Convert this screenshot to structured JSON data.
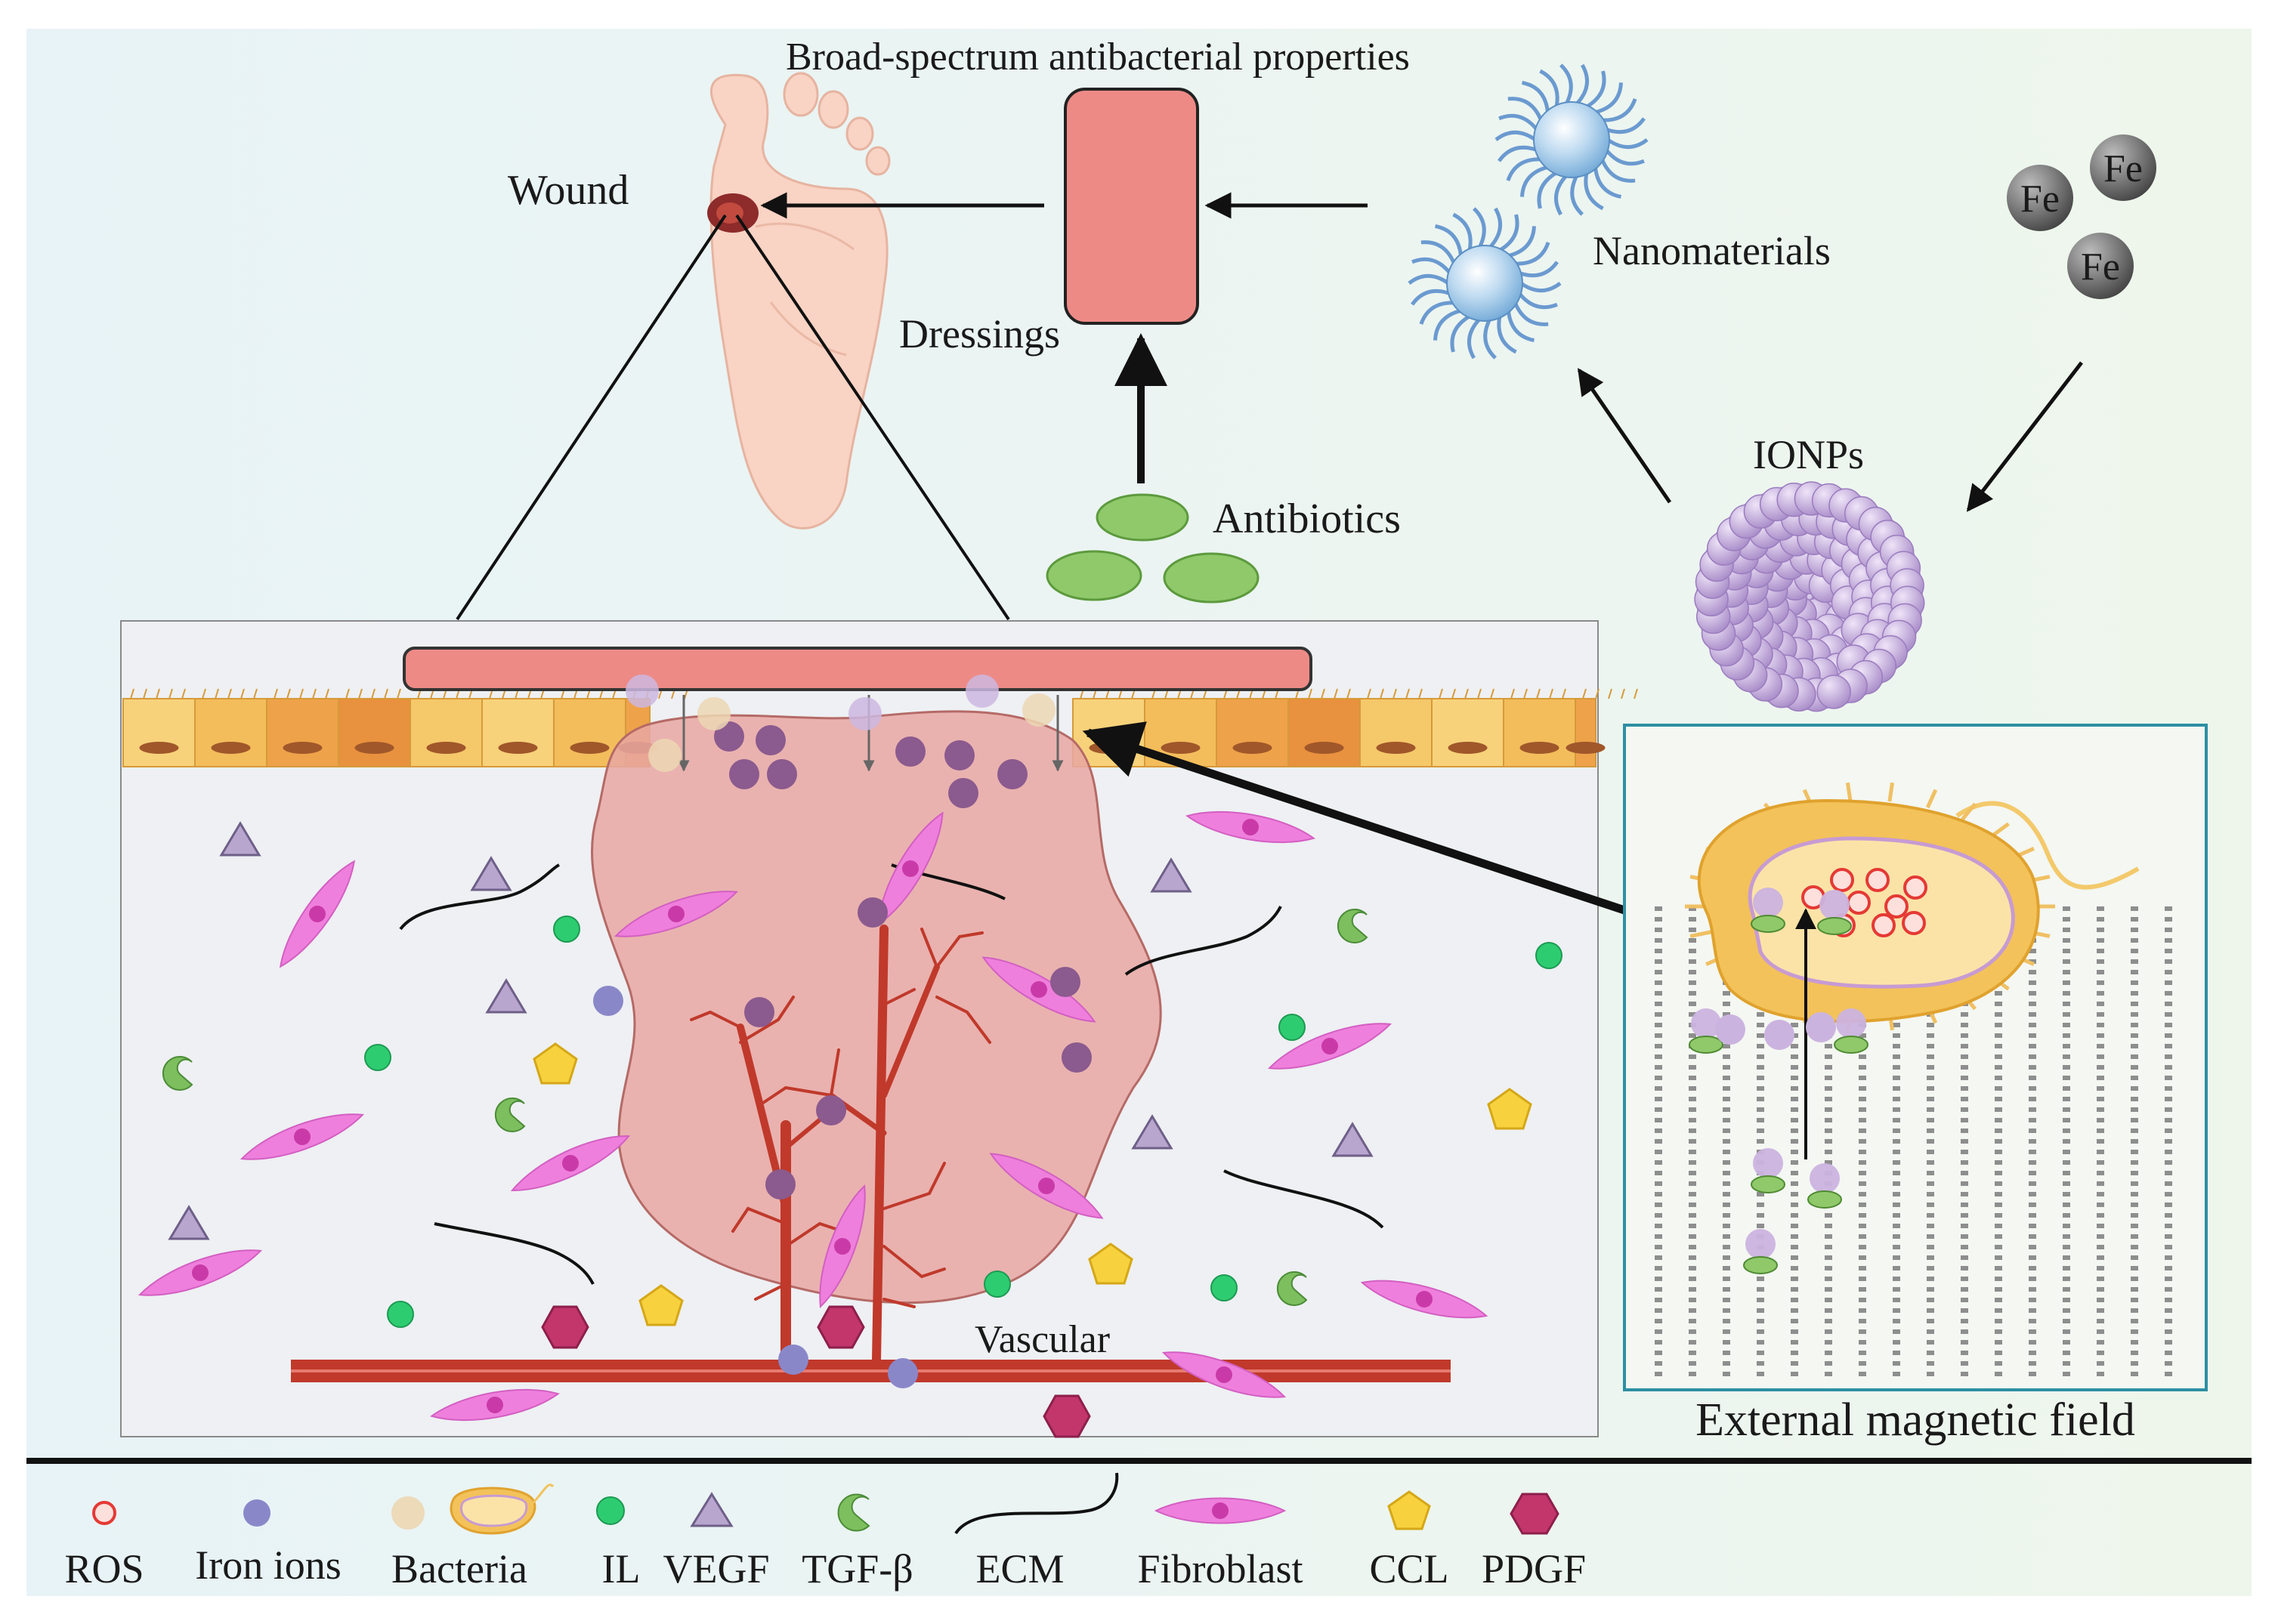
{
  "labels": {
    "antibacterial": "Broad-spectrum antibacterial properties",
    "wound": "Wound",
    "dressings": "Dressings",
    "nanomaterials": "Nanomaterials",
    "ionps": "IONPs",
    "antibiotics": "Antibiotics",
    "vascular": "Vascular",
    "magnetic_field": "External magnetic field",
    "fe": [
      "Fe",
      "Fe",
      "Fe"
    ]
  },
  "legend": [
    {
      "label": "ROS",
      "icon": "ros-icon"
    },
    {
      "label": "Iron ions",
      "icon": "iron-ion-icon"
    },
    {
      "label": "Bacteria",
      "icon": "bacteria-icon"
    },
    {
      "label": "IL",
      "icon": "il-icon"
    },
    {
      "label": "VEGF",
      "icon": "vegf-triangle-icon"
    },
    {
      "label": "TGF-β",
      "icon": "tgf-beta-icon"
    },
    {
      "label": "ECM",
      "icon": "ecm-fiber-icon"
    },
    {
      "label": "Fibroblast",
      "icon": "fibroblast-icon"
    },
    {
      "label": "CCL",
      "icon": "ccl-pentagon-icon"
    },
    {
      "label": "PDGF",
      "icon": "pdgf-hexagon-icon"
    }
  ],
  "colors": {
    "dressing": "#ee8a86",
    "dressing_stroke": "#9a2e2e",
    "ros": "#e53935",
    "iron": "#8a87c9",
    "bacteria": "#f6cf7a",
    "il": "#2ecc71",
    "vegf": "#b8a6cf",
    "tgf": "#7dbf5e",
    "fibroblast": "#ef7fdc",
    "ccl": "#f7d23e",
    "pdgf": "#c2366c",
    "vessel": "#c0392b",
    "wound_tissue": "#e8a7a2",
    "ionp": "#c9b2e0",
    "frame": "#2e8fa3",
    "antibiotic": "#8fc96a"
  }
}
